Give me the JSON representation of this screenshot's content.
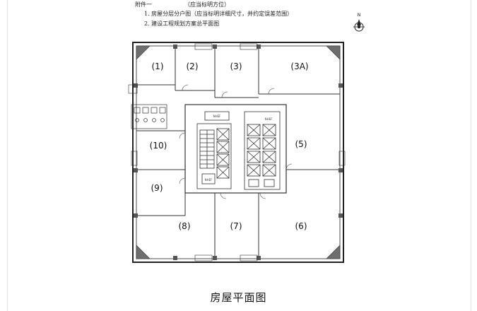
{
  "header": {
    "attachment": "附件一",
    "orientation_note": "（应当标明方位）",
    "note_1": "1. 房屋分层分户图（应当标明详细尺寸，并约定误差范围）",
    "note_2": "2. 建设工程规划方案总平面图"
  },
  "compass": {
    "north_label": "N"
  },
  "rooms": [
    {
      "id": "1",
      "label": "(1)"
    },
    {
      "id": "2",
      "label": "(2)"
    },
    {
      "id": "3",
      "label": "(3)"
    },
    {
      "id": "3A",
      "label": "(3A)"
    },
    {
      "id": "5",
      "label": "(5)"
    },
    {
      "id": "6",
      "label": "(6)"
    },
    {
      "id": "7",
      "label": "(7)"
    },
    {
      "id": "8",
      "label": "(8)"
    },
    {
      "id": "9",
      "label": "(9)"
    },
    {
      "id": "10",
      "label": "(10)"
    }
  ],
  "core_labels": {
    "left": "NHEF",
    "right": "NHEF",
    "lower": "NHEF"
  },
  "caption": "房屋平面图"
}
